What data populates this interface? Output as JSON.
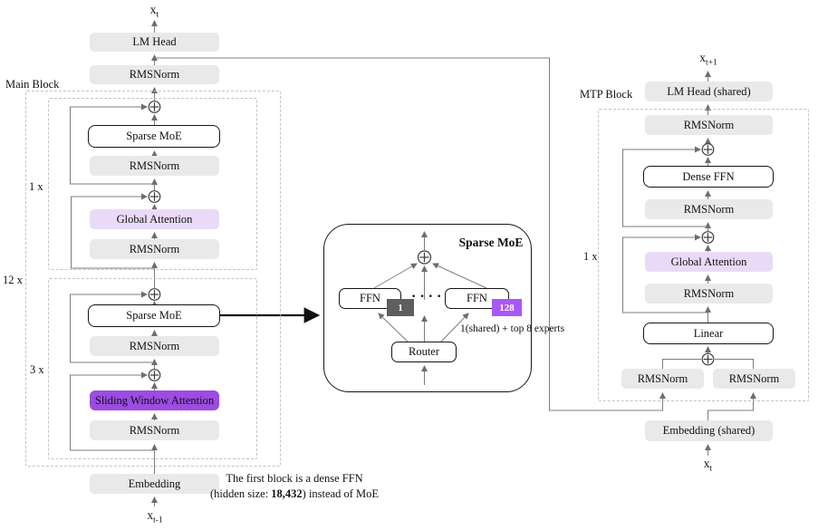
{
  "main_block": {
    "label": "Main Block",
    "output": {
      "base": "x",
      "sub": "t"
    },
    "input": {
      "base": "x",
      "sub": "t-1"
    },
    "lm_head": "LM Head",
    "rmsnorm_out": "RMSNorm",
    "mult_1x": "1 x",
    "mult_12x": "12 x",
    "mult_3x": "3 x",
    "sparse_moe_top": "Sparse MoE",
    "rmsnorm_1": "RMSNorm",
    "global_attention": "Global Attention",
    "rmsnorm_2": "RMSNorm",
    "sparse_moe": "Sparse MoE",
    "rmsnorm_3": "RMSNorm",
    "sliding_window_attention": "Sliding Window Attention",
    "rmsnorm_4": "RMSNorm",
    "embedding": "Embedding"
  },
  "moe_detail": {
    "title": "Sparse MoE",
    "ffn_left": "FFN",
    "ffn_right": "FFN",
    "badge_first": "1",
    "badge_last": "128",
    "dots": "····",
    "router": "Router",
    "note": "1(shared) + top 8 experts"
  },
  "mtp_block": {
    "label": "MTP Block",
    "output": {
      "base": "x",
      "sub": "t+1"
    },
    "input": {
      "base": "x",
      "sub": "t"
    },
    "lm_head": "LM Head (shared)",
    "rmsnorm_out": "RMSNorm",
    "dense_ffn": "Dense FFN",
    "rmsnorm_1": "RMSNorm",
    "mult_1x": "1 x",
    "global_attention": "Global Attention",
    "rmsnorm_2": "RMSNorm",
    "linear": "Linear",
    "rmsnorm_left": "RMSNorm",
    "rmsnorm_right": "RMSNorm",
    "embedding": "Embedding (shared)"
  },
  "footnote": {
    "line1": "The first block is a dense FFN",
    "line2_pre": "(hidden size: ",
    "line2_bold": "18,432",
    "line2_post": ") instead of MoE"
  },
  "colors": {
    "box_gray": "#E9E9E9",
    "global_attention": "#EADAF8",
    "sliding_window_attention": "#9C4BE3",
    "expert_first_badge": "#5E5E5E",
    "expert_last_badge": "#A859F5"
  }
}
